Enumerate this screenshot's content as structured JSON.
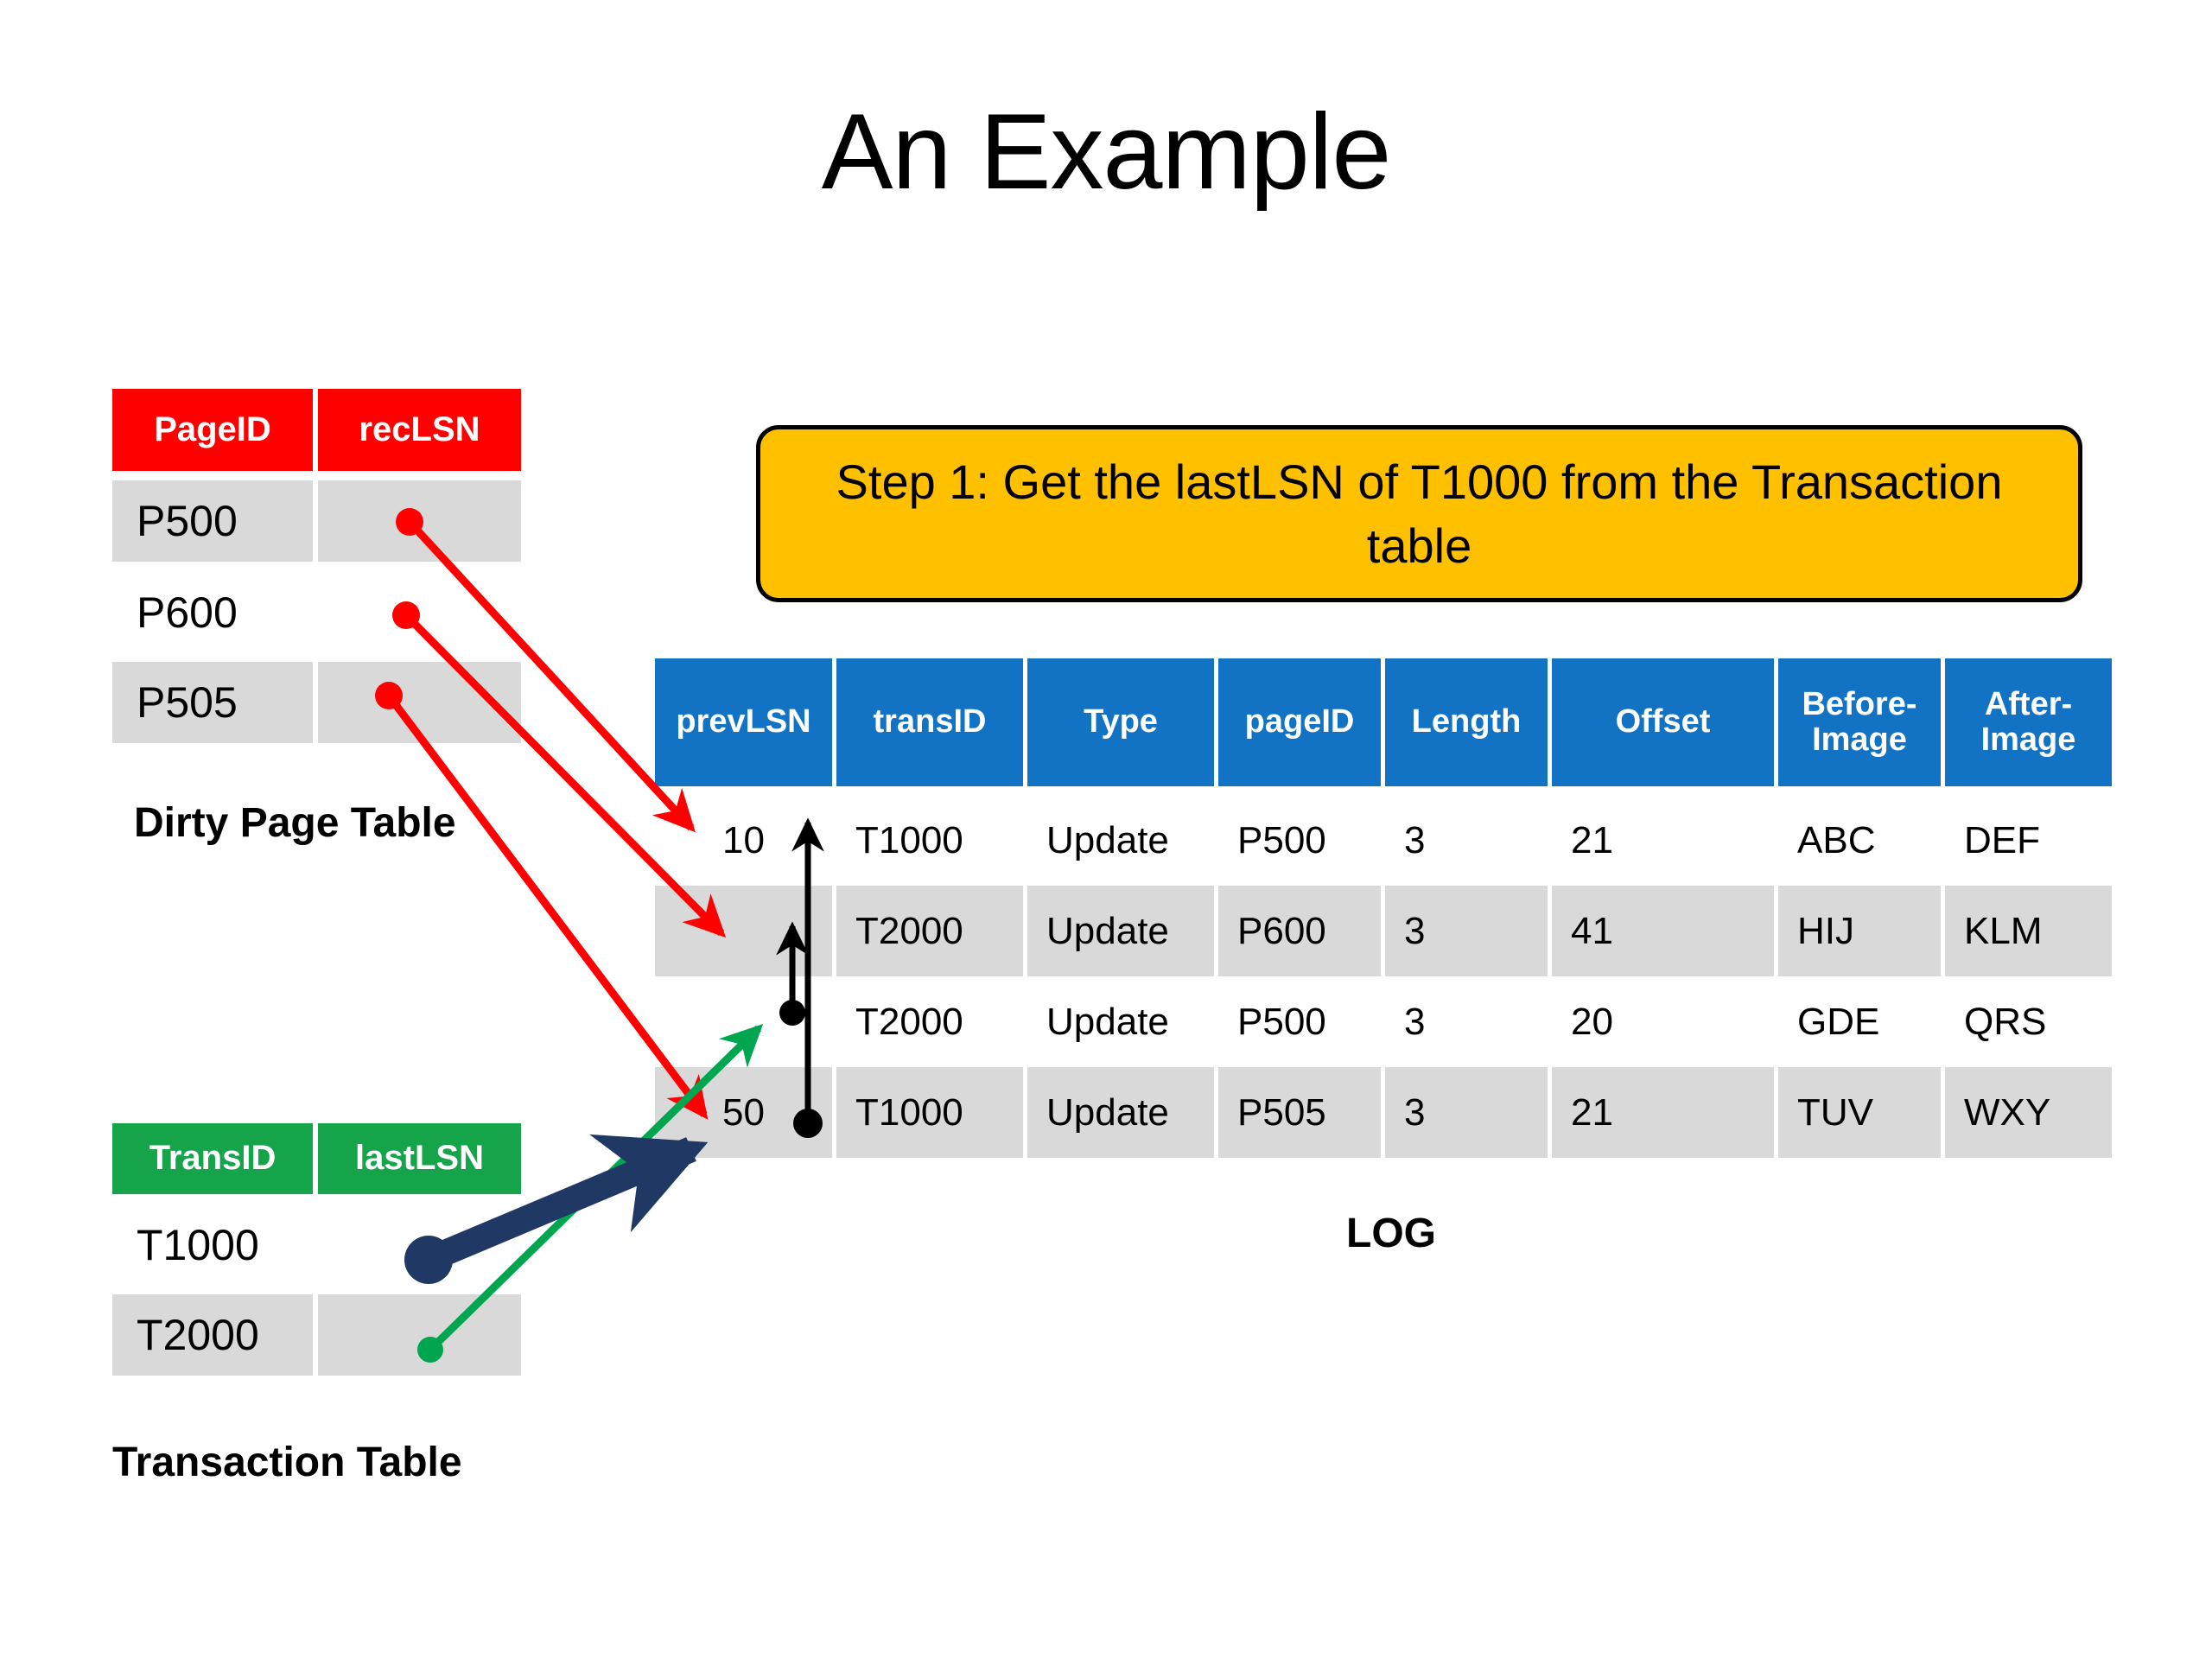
{
  "slide": {
    "title": "An Example"
  },
  "step_banner": {
    "text": "Step 1: Get the lastLSN of T1000 from the Transaction table",
    "fill_color": "#FFC000",
    "border_color": "#000000"
  },
  "dirty_page_table": {
    "caption": "Dirty Page Table",
    "header_color": "#FF0000",
    "columns": [
      "PageID",
      "recLSN"
    ],
    "rows": [
      {
        "PageID": "P500",
        "recLSN": ""
      },
      {
        "PageID": "P600",
        "recLSN": ""
      },
      {
        "PageID": "P505",
        "recLSN": ""
      }
    ]
  },
  "transaction_table": {
    "caption": "Transaction Table",
    "header_color": "#15A44A",
    "columns": [
      "TransID",
      "lastLSN"
    ],
    "rows": [
      {
        "TransID": "T1000",
        "lastLSN": ""
      },
      {
        "TransID": "T2000",
        "lastLSN": ""
      }
    ]
  },
  "log_table": {
    "caption": "LOG",
    "header_color": "#1273C4",
    "columns": [
      "prevLSN",
      "transID",
      "Type",
      "pageID",
      "Length",
      "Offset",
      "Before-Image",
      "After-Image"
    ],
    "rows": [
      {
        "prevLSN": "10",
        "transID": "T1000",
        "Type": "Update",
        "pageID": "P500",
        "Length": "3",
        "Offset": "21",
        "BeforeImage": "ABC",
        "AfterImage": "DEF"
      },
      {
        "prevLSN": "",
        "transID": "T2000",
        "Type": "Update",
        "pageID": "P600",
        "Length": "3",
        "Offset": "41",
        "BeforeImage": "HIJ",
        "AfterImage": "KLM"
      },
      {
        "prevLSN": "",
        "transID": "T2000",
        "Type": "Update",
        "pageID": "P500",
        "Length": "3",
        "Offset": "20",
        "BeforeImage": "GDE",
        "AfterImage": "QRS"
      },
      {
        "prevLSN": "50",
        "transID": "T1000",
        "Type": "Update",
        "pageID": "P505",
        "Length": "3",
        "Offset": "21",
        "BeforeImage": "TUV",
        "AfterImage": "WXY"
      }
    ]
  },
  "annotations": {
    "red_arrow_color": "#FF0000",
    "green_arrow_color": "#00A550",
    "navy_arrow_color": "#1F3864",
    "black_arrow_color": "#000000"
  }
}
